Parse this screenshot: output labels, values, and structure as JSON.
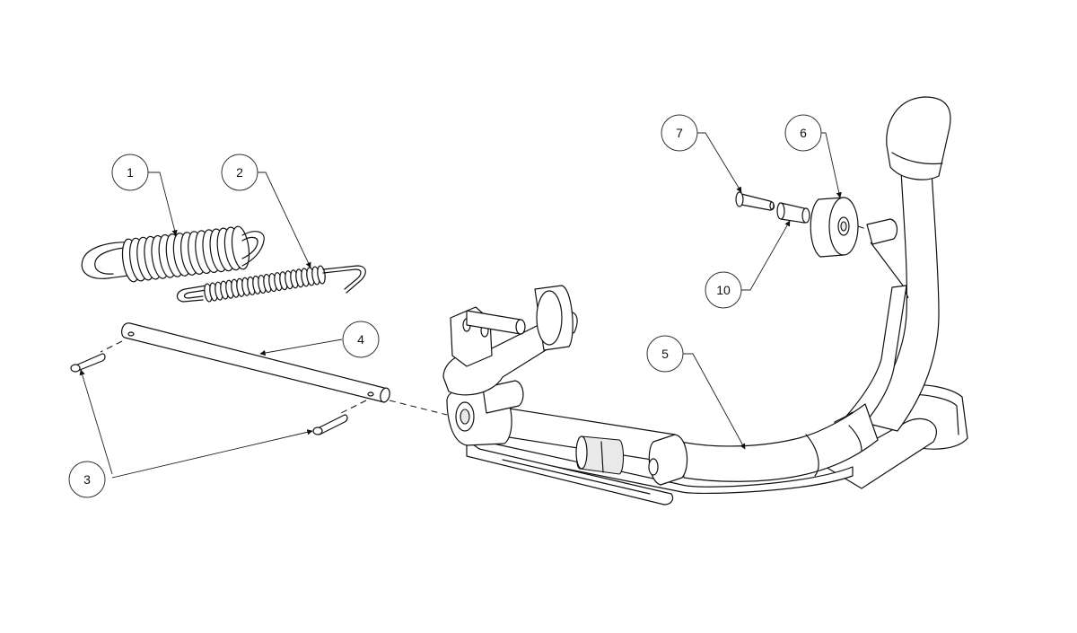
{
  "callouts": [
    {
      "id": "c1",
      "label": "1"
    },
    {
      "id": "c2",
      "label": "2"
    },
    {
      "id": "c3",
      "label": "3"
    },
    {
      "id": "c4",
      "label": "4"
    },
    {
      "id": "c5",
      "label": "5"
    },
    {
      "id": "c6",
      "label": "6"
    },
    {
      "id": "c7",
      "label": "7"
    },
    {
      "id": "c10",
      "label": "10"
    }
  ],
  "colors": {
    "line": "#111111",
    "background": "#ffffff",
    "shade": "#e9e9e9"
  }
}
